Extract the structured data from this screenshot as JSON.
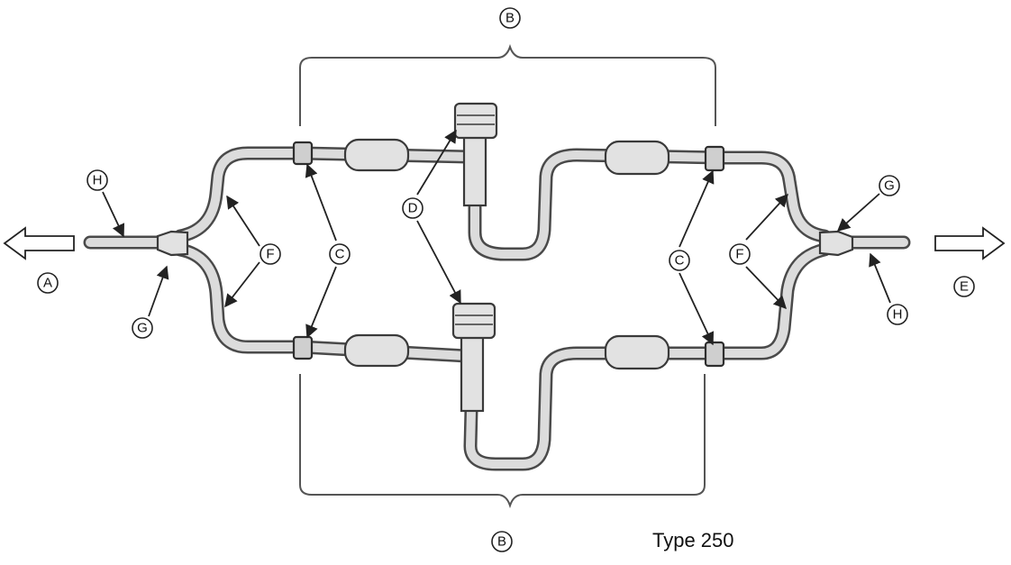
{
  "labels": {
    "A": "A",
    "B": "B",
    "C": "C",
    "D": "D",
    "E": "E",
    "F": "F",
    "G": "G",
    "H": "H"
  },
  "caption": "Type 250"
}
